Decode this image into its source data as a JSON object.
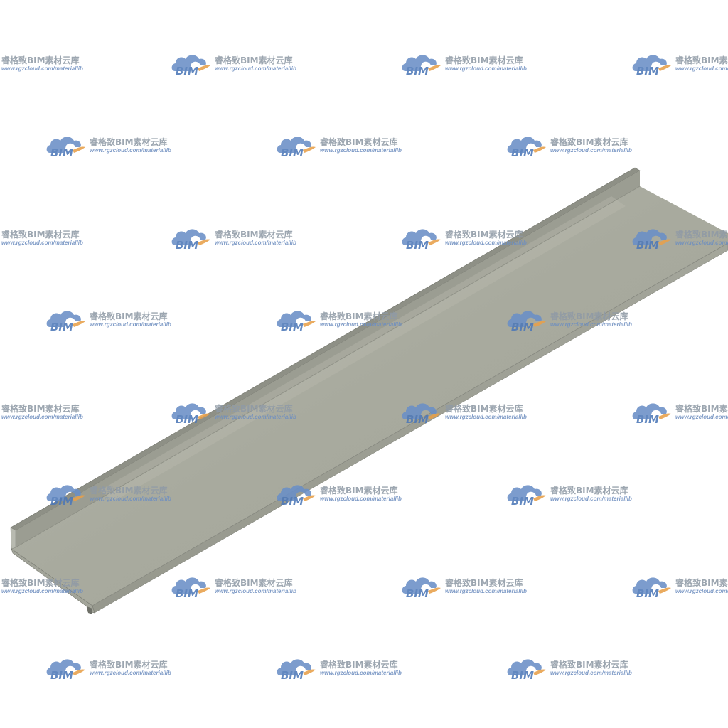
{
  "object": {
    "name": "cable-tray-channel",
    "colors": {
      "top_face": "#a9ab9f",
      "top_face_light": "#b5b7ab",
      "side_wall": "#9d9f94",
      "lip": "#8e9086",
      "edge": "#74766d",
      "end_face": "#b8bab0"
    }
  },
  "watermark": {
    "title": "睿格致BIM素材云库",
    "url": "www.rgzcloud.com/materiallib",
    "logo_text": "BIM",
    "colors": {
      "cloud": "#6a8fc7",
      "swoosh": "#e8a04a",
      "text": "#8f9aa6",
      "url": "#6f8fc0"
    }
  }
}
